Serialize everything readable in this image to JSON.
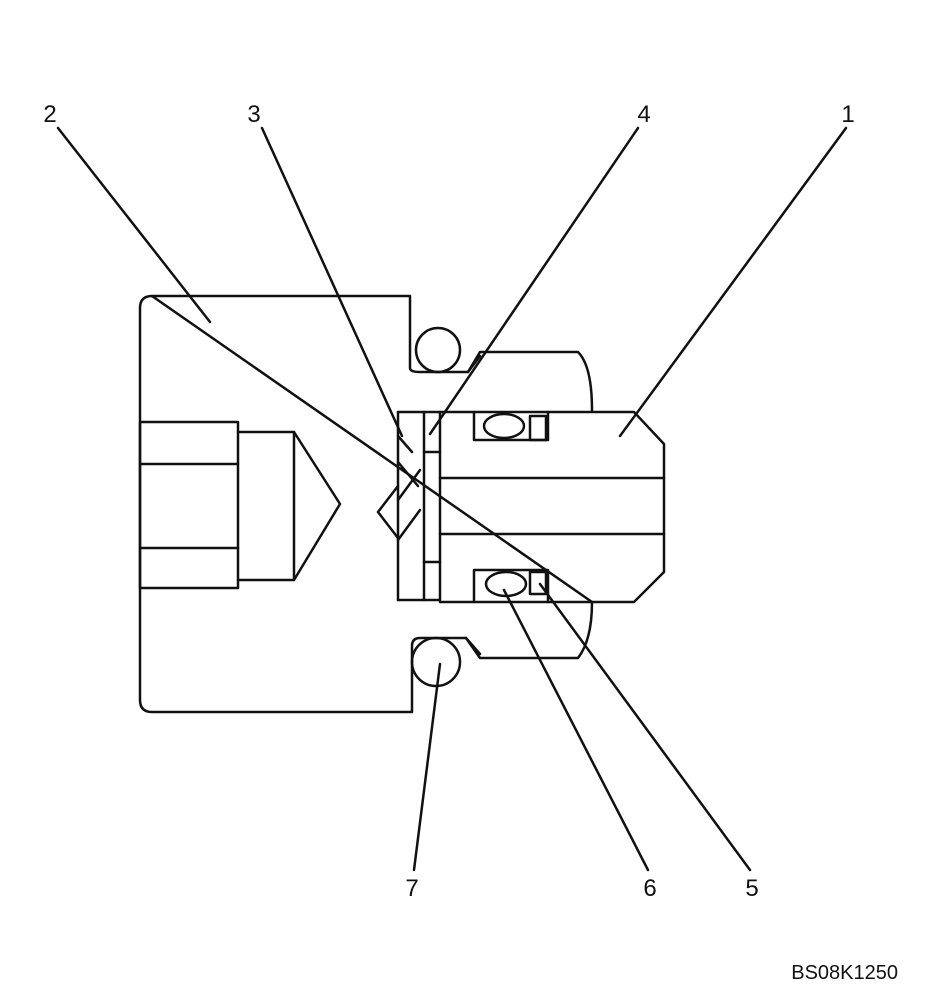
{
  "callouts": [
    {
      "id": "c1",
      "label": "1"
    },
    {
      "id": "c2",
      "label": "2"
    },
    {
      "id": "c3",
      "label": "3"
    },
    {
      "id": "c4",
      "label": "4"
    },
    {
      "id": "c5",
      "label": "5"
    },
    {
      "id": "c6",
      "label": "6"
    },
    {
      "id": "c7",
      "label": "7"
    }
  ],
  "figure_code": "BS08K1250",
  "colors": {
    "line": "#111111",
    "background": "#ffffff"
  }
}
